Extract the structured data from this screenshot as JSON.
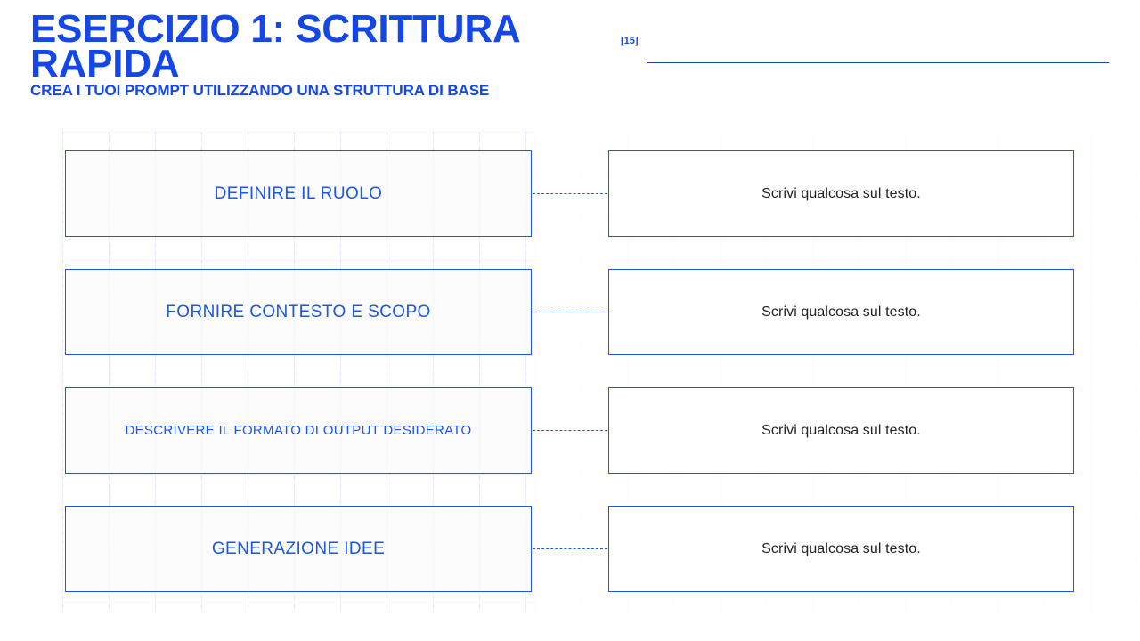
{
  "header": {
    "title": "ESERCIZIO 1: SCRITTURA RAPIDA",
    "badge": "[15]",
    "subtitle": "CREA I TUOI PROMPT UTILIZZANDO UNA STRUTTURA DI BASE",
    "rule_color": "#17479e"
  },
  "theme": {
    "accent": "#1447e6",
    "border": "#1a56e8",
    "answer_text": "#1f2124",
    "card_bg_left": "#fafbfa",
    "card_bg_right": "#ffffff",
    "page_bg": "#ffffff"
  },
  "rows": [
    {
      "step_label": "DEFINIRE IL RUOLO",
      "answer": "Scrivi qualcosa sul testo.",
      "connector": "dashed-line"
    },
    {
      "step_label": "FORNIRE CONTESTO E SCOPO",
      "answer": "Scrivi qualcosa sul testo.",
      "connector": "dashed-line"
    },
    {
      "step_label": "DESCRIVERE IL FORMATO DI OUTPUT DESIDERATO",
      "answer": "Scrivi qualcosa sul testo.",
      "connector": "dashed-line"
    },
    {
      "step_label": "GENERAZIONE IDEE",
      "answer": "Scrivi qualcosa sul testo.",
      "connector": "dashed-line"
    }
  ]
}
